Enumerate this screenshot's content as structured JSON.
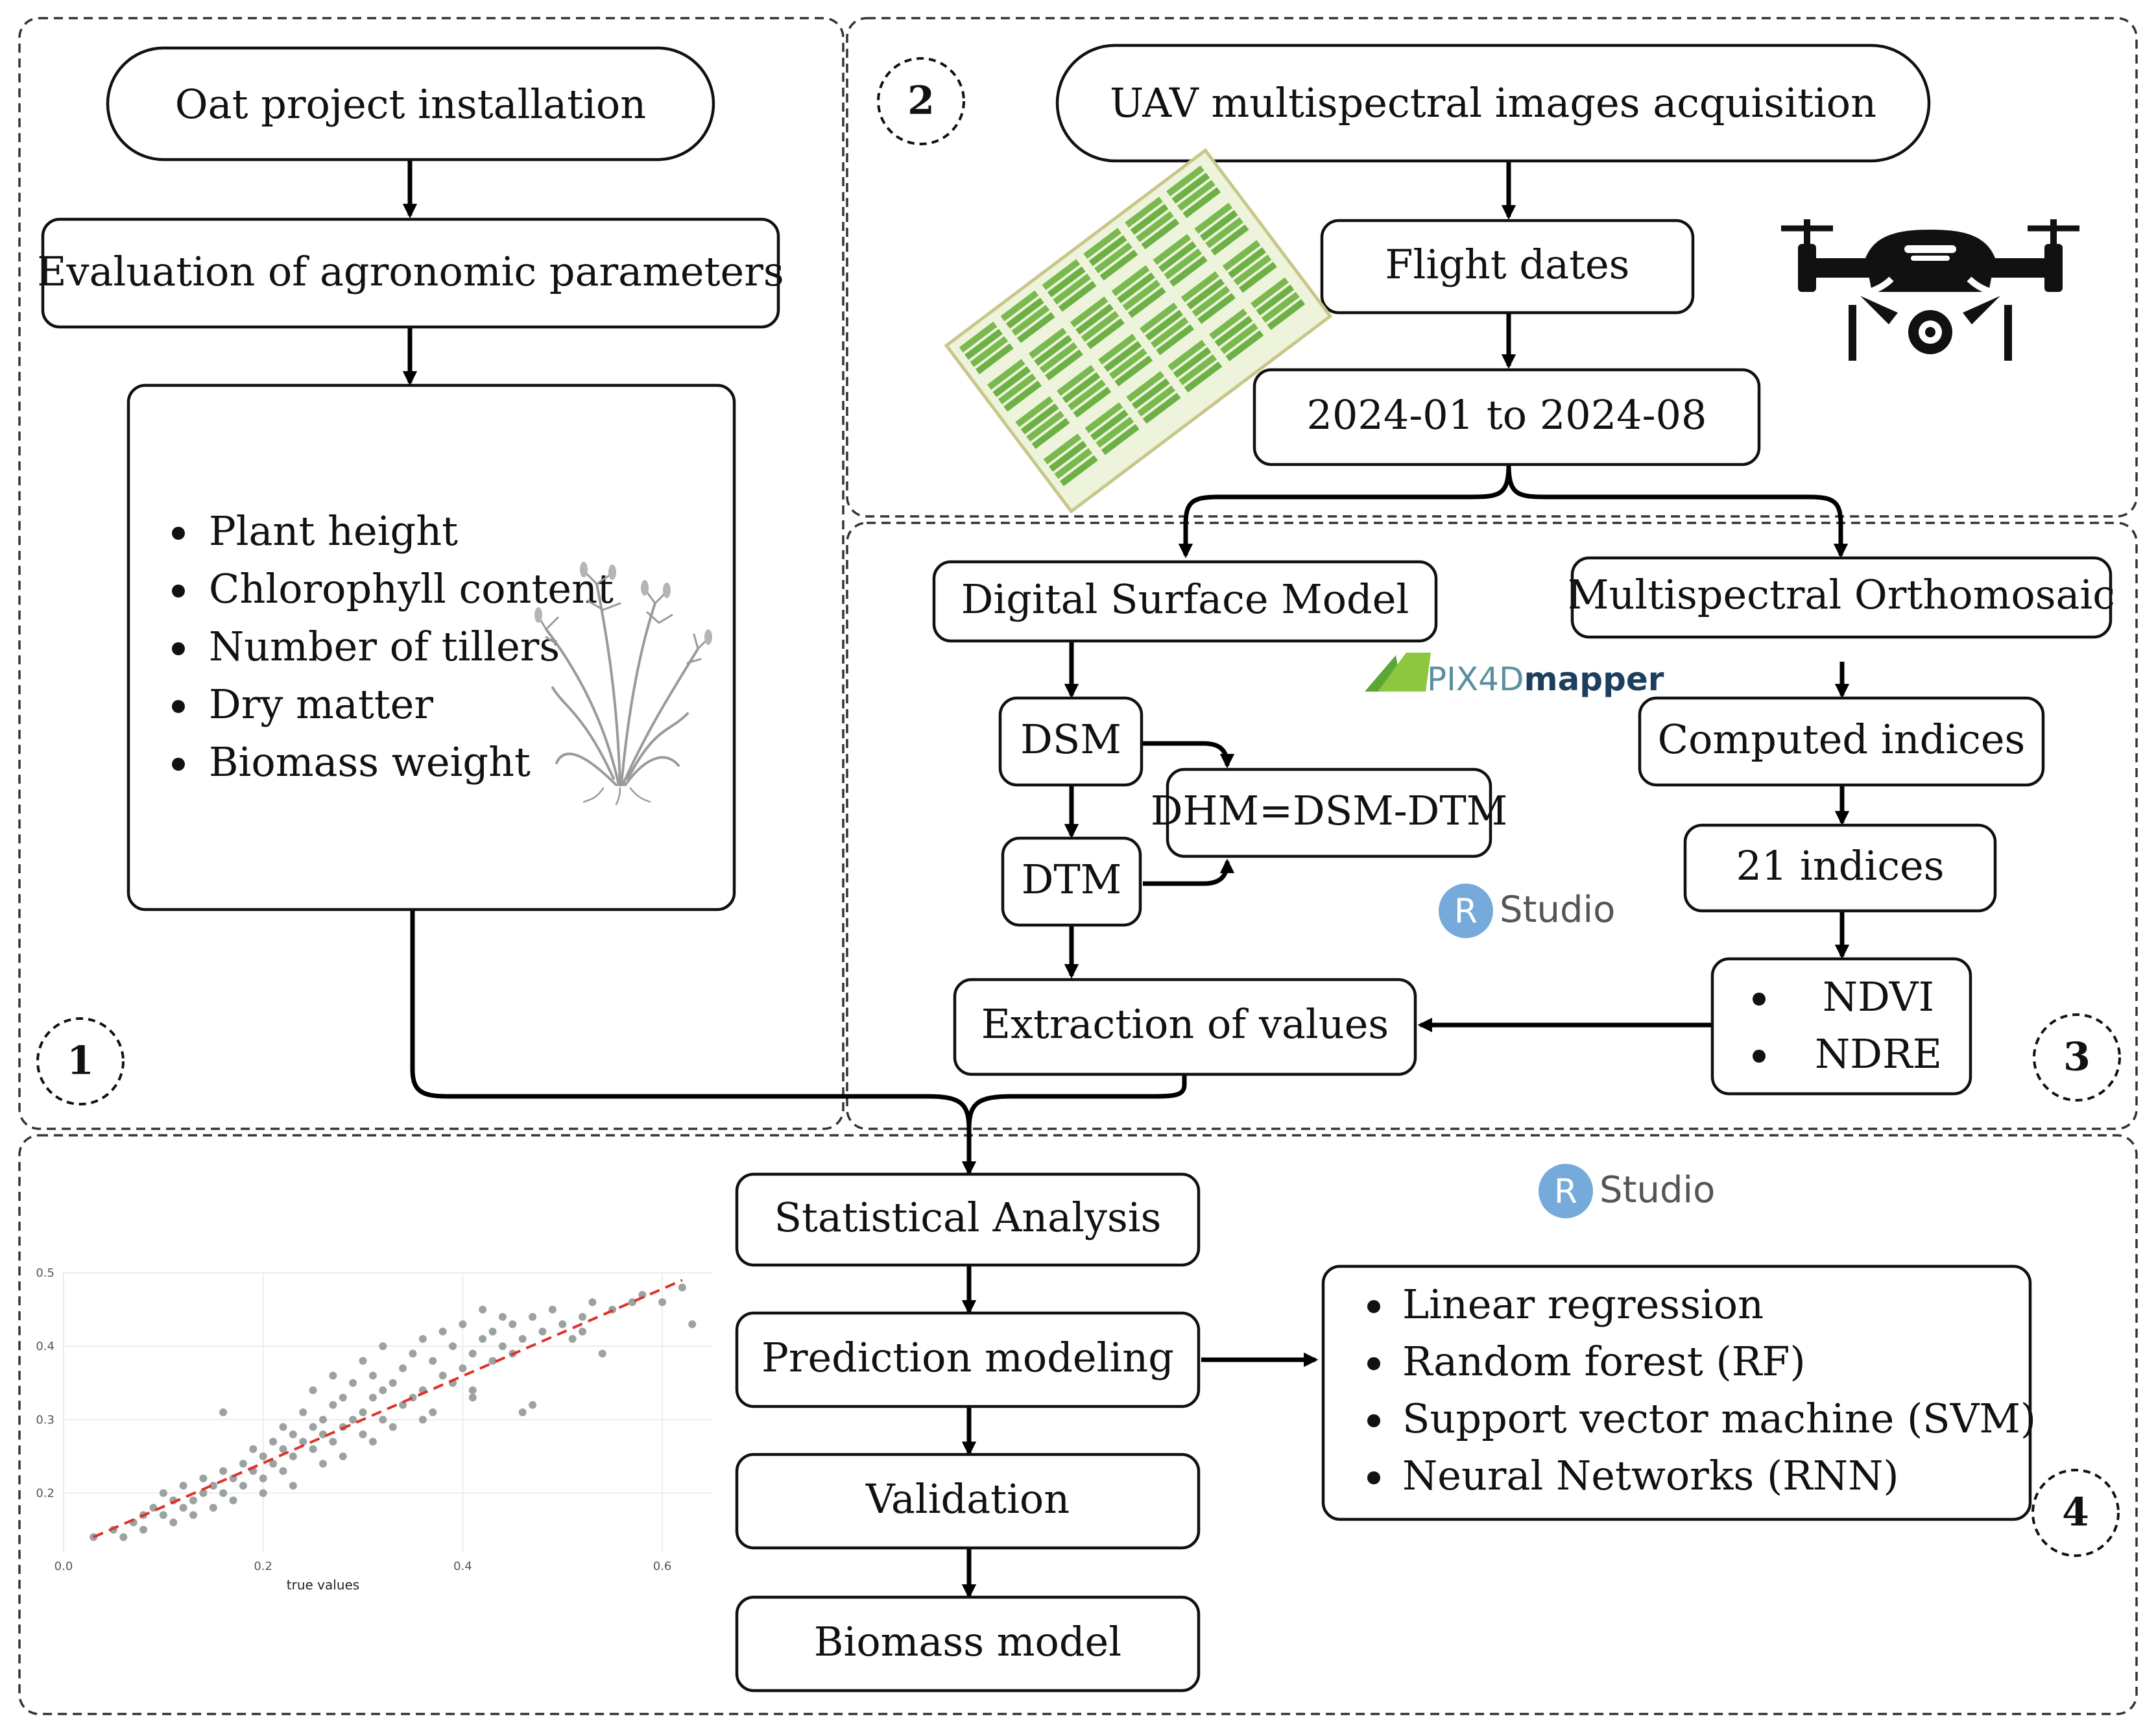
{
  "panel_numbers": [
    "1",
    "2",
    "3",
    "4"
  ],
  "panel1": {
    "title": "Oat project installation",
    "evaluation": "Evaluation of agronomic parameters",
    "parameters": [
      "Plant height",
      "Chlorophyll content",
      "Number of tillers",
      "Dry matter",
      "Biomass weight"
    ]
  },
  "panel2": {
    "title": "UAV multispectral images acquisition",
    "flight_dates": "Flight dates",
    "date_range": "2024-01 to 2024-08"
  },
  "panel3": {
    "dsm_model": "Digital Surface Model",
    "orthomosaic": "Multispectral Orthomosaic",
    "pix4d_logo": {
      "part1": "PIX4D",
      "part2": "mapper"
    },
    "dsm": "DSM",
    "dtm": "DTM",
    "dhm": "DHM=DSM-DTM",
    "computed": "Computed indices",
    "indices_count": "21 indices",
    "indices": [
      "NDVI",
      "NDRE"
    ],
    "extraction": "Extraction of values",
    "rstudio_logo": {
      "letter": "R",
      "text": "Studio"
    }
  },
  "panel4": {
    "statistical": "Statistical Analysis",
    "prediction": "Prediction modeling",
    "validation": "Validation",
    "biomass_model": "Biomass model",
    "models": [
      "Linear regression",
      "Random forest (RF)",
      "Support vector machine (SVM)",
      "Neural Networks (RNN)"
    ],
    "rstudio_logo": {
      "letter": "R",
      "text": "Studio"
    }
  },
  "colors": {
    "plot_green": "#6db33f",
    "rstudio_blue": "#75aadb",
    "pix4d_green": "#7ac143",
    "pix4d_navy": "#1d3f5e",
    "scatter_points": "#9aa3a0",
    "fit_line": "#e0302a",
    "gridline": "#ececec"
  },
  "chart_data": {
    "type": "scatter",
    "xlabel": "true values",
    "ylabel": "",
    "title": "",
    "xlim": [
      0.0,
      0.65
    ],
    "ylim": [
      0.12,
      0.5
    ],
    "x_ticks": [
      "0.0",
      "0.2",
      "0.4",
      "0.6"
    ],
    "y_ticks": [
      "0.2",
      "0.3",
      "0.4",
      "0.5"
    ],
    "grid": true,
    "series": [
      {
        "points": [
          [
            0.03,
            0.14
          ],
          [
            0.05,
            0.15
          ],
          [
            0.06,
            0.14
          ],
          [
            0.07,
            0.16
          ],
          [
            0.08,
            0.17
          ],
          [
            0.08,
            0.15
          ],
          [
            0.09,
            0.18
          ],
          [
            0.1,
            0.17
          ],
          [
            0.1,
            0.2
          ],
          [
            0.11,
            0.16
          ],
          [
            0.11,
            0.19
          ],
          [
            0.12,
            0.18
          ],
          [
            0.12,
            0.21
          ],
          [
            0.13,
            0.17
          ],
          [
            0.13,
            0.19
          ],
          [
            0.14,
            0.2
          ],
          [
            0.14,
            0.22
          ],
          [
            0.15,
            0.18
          ],
          [
            0.15,
            0.21
          ],
          [
            0.16,
            0.31
          ],
          [
            0.16,
            0.2
          ],
          [
            0.16,
            0.23
          ],
          [
            0.17,
            0.19
          ],
          [
            0.17,
            0.22
          ],
          [
            0.18,
            0.24
          ],
          [
            0.18,
            0.21
          ],
          [
            0.19,
            0.23
          ],
          [
            0.19,
            0.26
          ],
          [
            0.2,
            0.2
          ],
          [
            0.2,
            0.22
          ],
          [
            0.2,
            0.25
          ],
          [
            0.21,
            0.24
          ],
          [
            0.21,
            0.27
          ],
          [
            0.22,
            0.23
          ],
          [
            0.22,
            0.26
          ],
          [
            0.22,
            0.29
          ],
          [
            0.23,
            0.21
          ],
          [
            0.23,
            0.25
          ],
          [
            0.23,
            0.28
          ],
          [
            0.24,
            0.27
          ],
          [
            0.24,
            0.31
          ],
          [
            0.25,
            0.26
          ],
          [
            0.25,
            0.29
          ],
          [
            0.25,
            0.34
          ],
          [
            0.26,
            0.24
          ],
          [
            0.26,
            0.28
          ],
          [
            0.26,
            0.3
          ],
          [
            0.27,
            0.27
          ],
          [
            0.27,
            0.32
          ],
          [
            0.27,
            0.36
          ],
          [
            0.28,
            0.25
          ],
          [
            0.28,
            0.29
          ],
          [
            0.28,
            0.33
          ],
          [
            0.29,
            0.3
          ],
          [
            0.29,
            0.35
          ],
          [
            0.3,
            0.28
          ],
          [
            0.3,
            0.31
          ],
          [
            0.3,
            0.38
          ],
          [
            0.31,
            0.27
          ],
          [
            0.31,
            0.33
          ],
          [
            0.31,
            0.36
          ],
          [
            0.32,
            0.3
          ],
          [
            0.32,
            0.34
          ],
          [
            0.32,
            0.4
          ],
          [
            0.33,
            0.29
          ],
          [
            0.33,
            0.35
          ],
          [
            0.34,
            0.32
          ],
          [
            0.34,
            0.37
          ],
          [
            0.35,
            0.33
          ],
          [
            0.35,
            0.39
          ],
          [
            0.36,
            0.34
          ],
          [
            0.36,
            0.41
          ],
          [
            0.37,
            0.31
          ],
          [
            0.37,
            0.38
          ],
          [
            0.38,
            0.36
          ],
          [
            0.38,
            0.42
          ],
          [
            0.39,
            0.35
          ],
          [
            0.39,
            0.4
          ],
          [
            0.4,
            0.37
          ],
          [
            0.4,
            0.43
          ],
          [
            0.41,
            0.34
          ],
          [
            0.41,
            0.39
          ],
          [
            0.42,
            0.41
          ],
          [
            0.42,
            0.45
          ],
          [
            0.43,
            0.38
          ],
          [
            0.43,
            0.42
          ],
          [
            0.44,
            0.4
          ],
          [
            0.44,
            0.44
          ],
          [
            0.45,
            0.39
          ],
          [
            0.45,
            0.43
          ],
          [
            0.46,
            0.41
          ],
          [
            0.47,
            0.44
          ],
          [
            0.47,
            0.32
          ],
          [
            0.48,
            0.42
          ],
          [
            0.49,
            0.45
          ],
          [
            0.5,
            0.43
          ],
          [
            0.51,
            0.41
          ],
          [
            0.52,
            0.44
          ],
          [
            0.53,
            0.46
          ],
          [
            0.54,
            0.39
          ],
          [
            0.55,
            0.45
          ],
          [
            0.57,
            0.46
          ],
          [
            0.58,
            0.47
          ],
          [
            0.6,
            0.46
          ],
          [
            0.62,
            0.48
          ],
          [
            0.63,
            0.43
          ],
          [
            0.46,
            0.31
          ],
          [
            0.36,
            0.3
          ],
          [
            0.41,
            0.33
          ],
          [
            0.52,
            0.42
          ]
        ]
      }
    ],
    "fit_line": {
      "style": "dashed",
      "from": [
        0.03,
        0.14
      ],
      "to": [
        0.62,
        0.49
      ]
    }
  }
}
